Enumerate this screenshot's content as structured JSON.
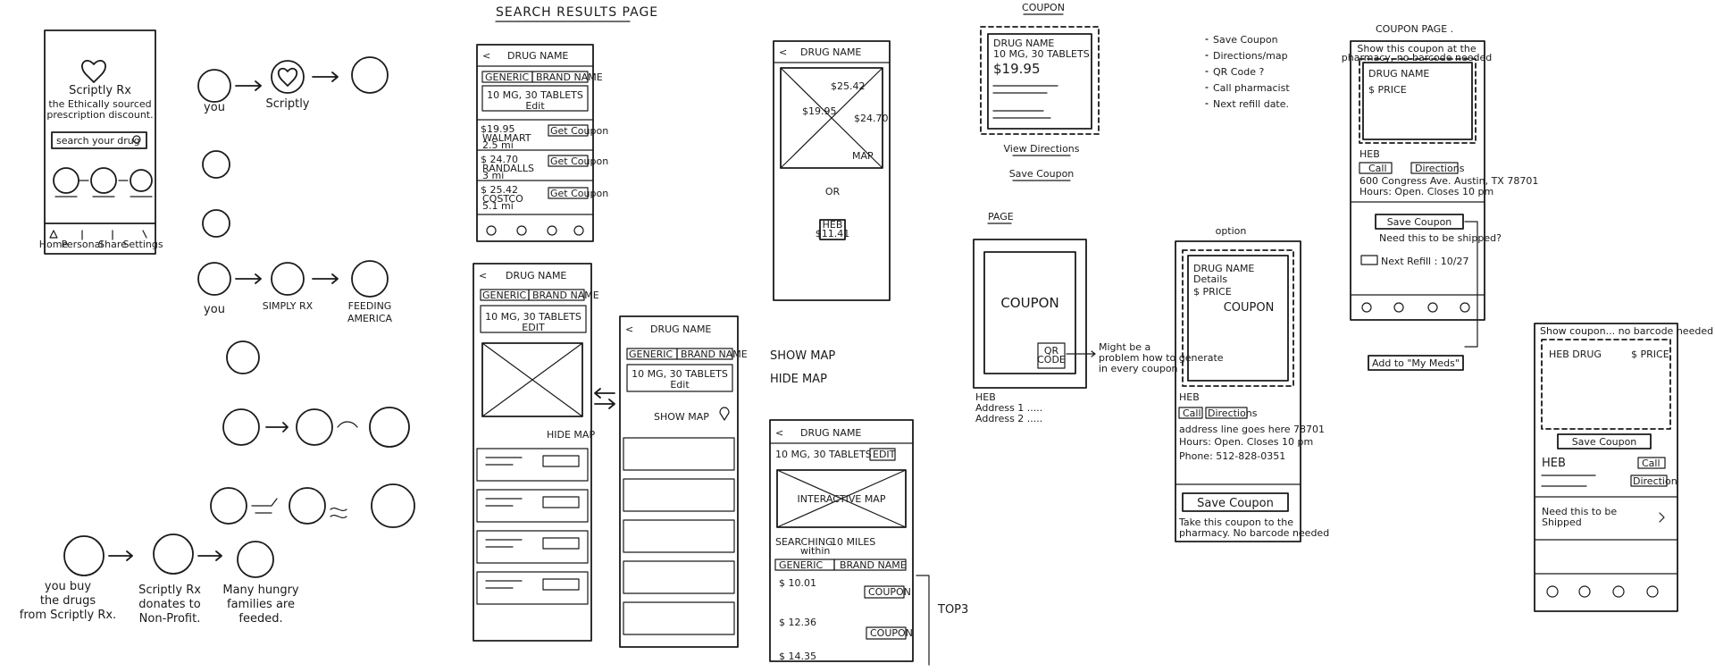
{
  "home": {
    "brand": "Scriptly Rx",
    "tagline_1": "the Ethically sourced",
    "tagline_2": "prescription discount.",
    "search_placeholder": "search your drug",
    "tabs": [
      "Home",
      "Personal",
      "Share",
      "Settings"
    ]
  },
  "flow": {
    "row1": [
      "you",
      "Scriptly"
    ],
    "row2": [
      "you",
      "SIMPLY RX",
      "FEEDING",
      "AMERICA"
    ],
    "caption_you": [
      "you buy",
      "the drugs",
      "from Scriptly Rx."
    ],
    "caption_scriptly": [
      "Scriptly Rx",
      "donates to",
      "Non-Profit."
    ],
    "caption_families": [
      "Many hungry",
      "families are",
      "feeded."
    ]
  },
  "search_results": {
    "heading": "SEARCH RESULTS PAGE",
    "back": "<",
    "drug_name": "DRUG NAME",
    "generic": "GENERIC",
    "brand": "BRAND NAME",
    "dose": "10 MG, 30 TABLETS",
    "edit": "Edit",
    "get_coupon": "Get Coupon",
    "results": [
      {
        "price": "$19.95",
        "store": "WALMART",
        "dist": "2.5 mi"
      },
      {
        "price": "$ 24.70",
        "store": "RANDALLS",
        "dist": "3 mi"
      },
      {
        "price": "$ 25.42",
        "store": "COSTCO",
        "dist": "5.1 mi"
      }
    ],
    "hide_map": "HIDE MAP",
    "show_map": "SHOW MAP",
    "edit_caps": "EDIT"
  },
  "map_screen": {
    "drug_name": "DRUG NAME",
    "pins": [
      "$25.42",
      "$19.95",
      "$24.70"
    ],
    "map_label": "MAP",
    "or": "OR",
    "pin_store": "HEB",
    "pin_price": "$11.41"
  },
  "labels": {
    "show_map": "SHOW MAP",
    "hide_map": "HIDE MAP"
  },
  "interactive_screen": {
    "drug_name": "DRUG NAME",
    "dose": "10 MG, 30 TABLETS",
    "edit": "EDIT",
    "map": "INTERACTIVE MAP",
    "searching": "SEARCHING",
    "within": "within",
    "radius": "10 MILES",
    "generic": "GENERIC",
    "brand": "BRAND NAME",
    "prices": [
      "$ 10.01",
      "$ 12.36",
      "$ 14.35"
    ],
    "coupon": "COUPON",
    "top3": "TOP3"
  },
  "coupon_sketch": {
    "heading": "COUPON",
    "drug_name": "DRUG NAME",
    "dose": "10 MG, 30 TABLETS",
    "price": "$19.95",
    "view_directions": "View Directions",
    "save_coupon": "Save Coupon"
  },
  "notes": {
    "items": [
      "Save Coupon",
      "Directions/map",
      "QR Code ?",
      "Call pharmacist",
      "Next refill date."
    ]
  },
  "page_sketch": {
    "heading": "PAGE",
    "coupon": "COUPON",
    "qr": [
      "QR",
      "CODE"
    ],
    "store": "HEB",
    "address_1": "Address 1 .....",
    "address_2": "Address 2 .....",
    "note": [
      "Might be a",
      "problem how to generate",
      "in every coupon"
    ]
  },
  "option_screen": {
    "heading": "option",
    "drug_name": "DRUG NAME",
    "details": "Details",
    "price": "$ PRICE",
    "coupon": "COUPON",
    "store": "HEB",
    "call": "Call",
    "directions": "Directions",
    "address": "address line goes here 78701",
    "hours": "Hours: Open. Closes 10 pm",
    "phone": "Phone: 512-828-0351",
    "save": "Save Coupon",
    "footnote_1": "Take this coupon to the",
    "footnote_2": "pharmacy. No barcode needed"
  },
  "coupon_page": {
    "heading": "COUPON PAGE .",
    "banner_1": "Show this coupon at the",
    "banner_2": "pharmacy, no barcode needed",
    "drug_name": "DRUG NAME",
    "price": "$ PRICE",
    "store": "HEB",
    "call": "Call",
    "directions": "Directions",
    "address": "600 Congress Ave. Austin, TX 78701",
    "hours": "Hours: Open. Closes 10 pm",
    "save": "Save Coupon",
    "shipped": "Need this to be shipped?",
    "refill": "Next Refill : 10/27",
    "add_my_meds": "Add to \"My Meds\""
  },
  "final_screen": {
    "banner": "Show coupon... no barcode needed",
    "drug": "HEB DRUG",
    "price": "$ PRICE",
    "save": "Save Coupon",
    "store": "HEB",
    "call": "Call",
    "directions": "Direction",
    "shipped_1": "Need this to be",
    "shipped_2": "Shipped"
  }
}
